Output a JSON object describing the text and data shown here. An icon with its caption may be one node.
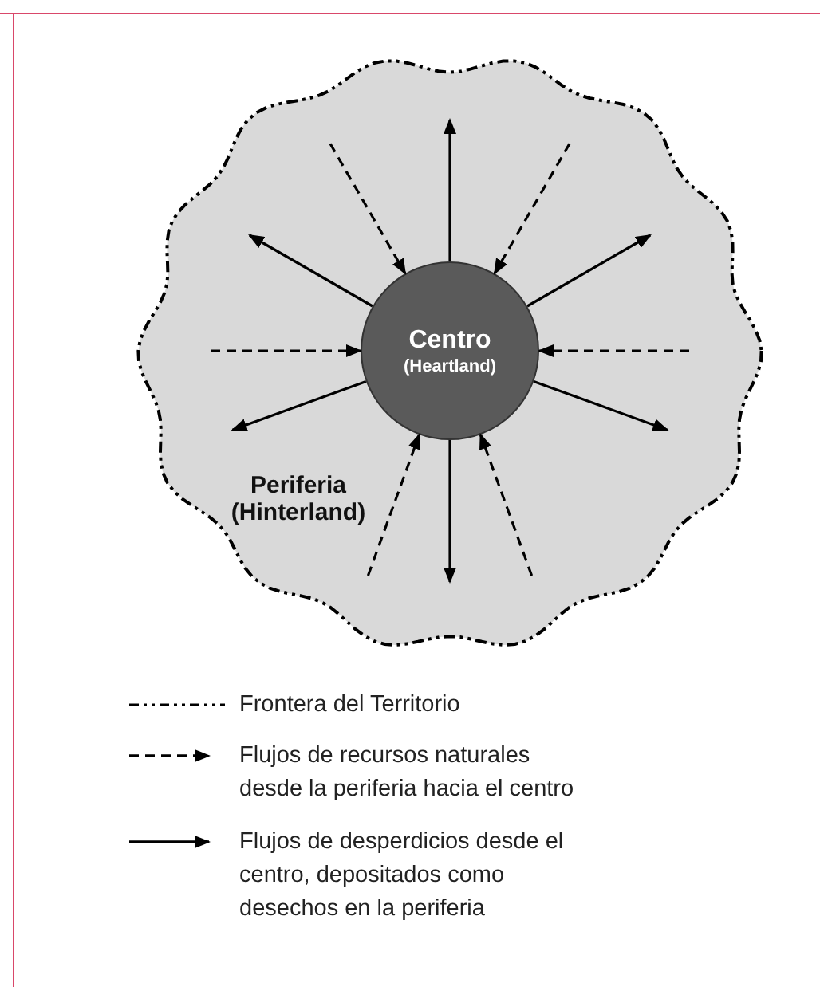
{
  "diagram": {
    "nodes": [
      {
        "text": [
          "Periferia (Hinterland)"
        ]
      },
      {
        "text": [
          "Centro",
          "(Heartland)"
        ],
        "in": 0
      }
    ],
    "edges": [
      {
        "from": null,
        "to": 1,
        "arrow": "to",
        "style": "dashed"
      },
      {
        "from": 1,
        "to": null,
        "arrow": "to"
      },
      {
        "from": null,
        "to": 1,
        "arrow": "to",
        "style": "dashed"
      },
      {
        "from": 1,
        "to": null,
        "arrow": "to"
      },
      {
        "from": 1,
        "to": null,
        "arrow": "to"
      },
      {
        "from": null,
        "to": 1,
        "arrow": "to",
        "style": "dashed"
      },
      {
        "from": null,
        "to": 1,
        "arrow": "to",
        "style": "dashed"
      },
      {
        "from": 1,
        "to": null,
        "arrow": "to"
      },
      {
        "from": 1,
        "to": null,
        "arrow": "to"
      },
      {
        "from": null,
        "to": 1,
        "arrow": "to",
        "style": "dashed"
      },
      {
        "from": 1,
        "to": null,
        "arrow": "to"
      },
      {
        "from": null,
        "to": 1,
        "arrow": "to",
        "style": "dashed"
      }
    ],
    "legend": [
      {
        "text": "Frontera del Territorio"
      },
      {
        "text": "Flujos de recursos naturales desde la periferia hacia el centro"
      },
      {
        "text": "Flujos de desperdicios desde el centro, depositados como desechos en la periferia"
      }
    ]
  }
}
